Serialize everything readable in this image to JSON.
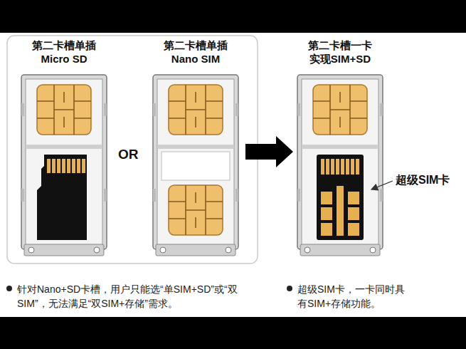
{
  "diagram": {
    "nodes": [
      {
        "text": [
          "第二卡槽单插 Micro SD"
        ]
      },
      {
        "text": [
          "第二卡槽单插 Nano SIM"
        ]
      },
      {
        "text": [
          "第二卡槽一卡 实现SIM+SD"
        ]
      }
    ],
    "edges": [
      {
        "from": 1,
        "to": 2,
        "arrow": "to"
      }
    ],
    "labels": [
      "OR",
      "超级SIM卡",
      "针对Nano+SD卡槽，用户只能选“单SIM+SD”或“双SIM”，无法满足“双SIM+存储”需求。",
      "超级SIM卡，一卡同时具有SIM+存储功能。"
    ]
  }
}
